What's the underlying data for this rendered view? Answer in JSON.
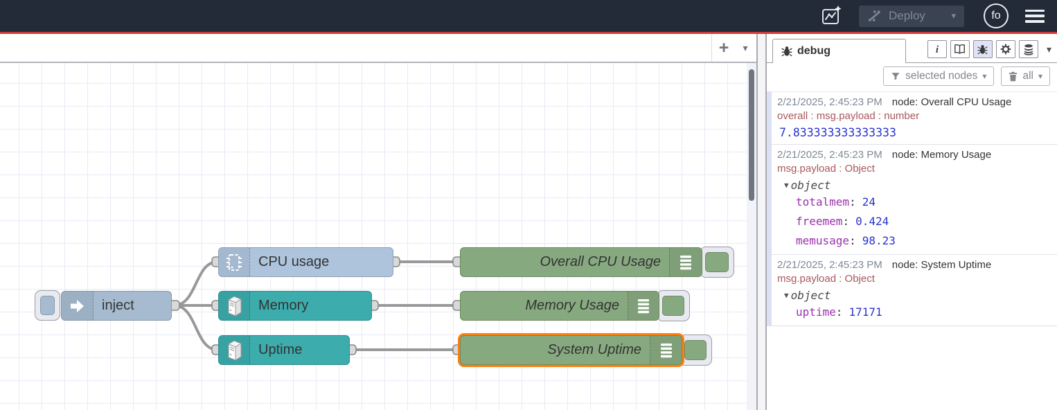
{
  "header": {
    "deploy_label": "Deploy",
    "avatar_text": "fo"
  },
  "workspace": {
    "add_flow_glyph": "+"
  },
  "flow": {
    "nodes": {
      "inject": {
        "label": "inject"
      },
      "cpu": {
        "label": "CPU usage"
      },
      "memory": {
        "label": "Memory"
      },
      "uptime": {
        "label": "Uptime"
      },
      "debug_cpu": {
        "label": "Overall CPU Usage"
      },
      "debug_memory": {
        "label": "Memory Usage"
      },
      "debug_uptime": {
        "label": "System Uptime"
      }
    }
  },
  "sidebar": {
    "tab_label": "debug",
    "filter_label": "selected nodes",
    "clear_label": "all",
    "messages": [
      {
        "timestamp": "2/21/2025, 2:45:23 PM",
        "node": "node: Overall CPU Usage",
        "meta": "overall : msg.payload : number",
        "value": "7.833333333333333"
      },
      {
        "timestamp": "2/21/2025, 2:45:23 PM",
        "node": "node: Memory Usage",
        "meta": "msg.payload : Object",
        "object_label": "object",
        "entries": [
          {
            "key": "totalmem",
            "value": "24"
          },
          {
            "key": "freemem",
            "value": "0.424"
          },
          {
            "key": "memusage",
            "value": "98.23"
          }
        ]
      },
      {
        "timestamp": "2/21/2025, 2:45:23 PM",
        "node": "node: System Uptime",
        "meta": "msg.payload : Object",
        "object_label": "object",
        "entries": [
          {
            "key": "uptime",
            "value": "17171"
          }
        ]
      }
    ]
  },
  "colors": {
    "header_bg": "#232b38",
    "accent_red": "#d03c3c",
    "node_inject": "#a6bbcf",
    "node_cpu": "#aec4dc",
    "node_os": "#3cacac",
    "node_debug": "#87a980",
    "selected_outline": "#ff7f0e",
    "wire": "#999999",
    "debug_value_blue": "#2733cc",
    "debug_key_purple": "#9b30ae",
    "debug_meta_red": "#a9565a",
    "timestamp_gray": "#7f8897"
  }
}
